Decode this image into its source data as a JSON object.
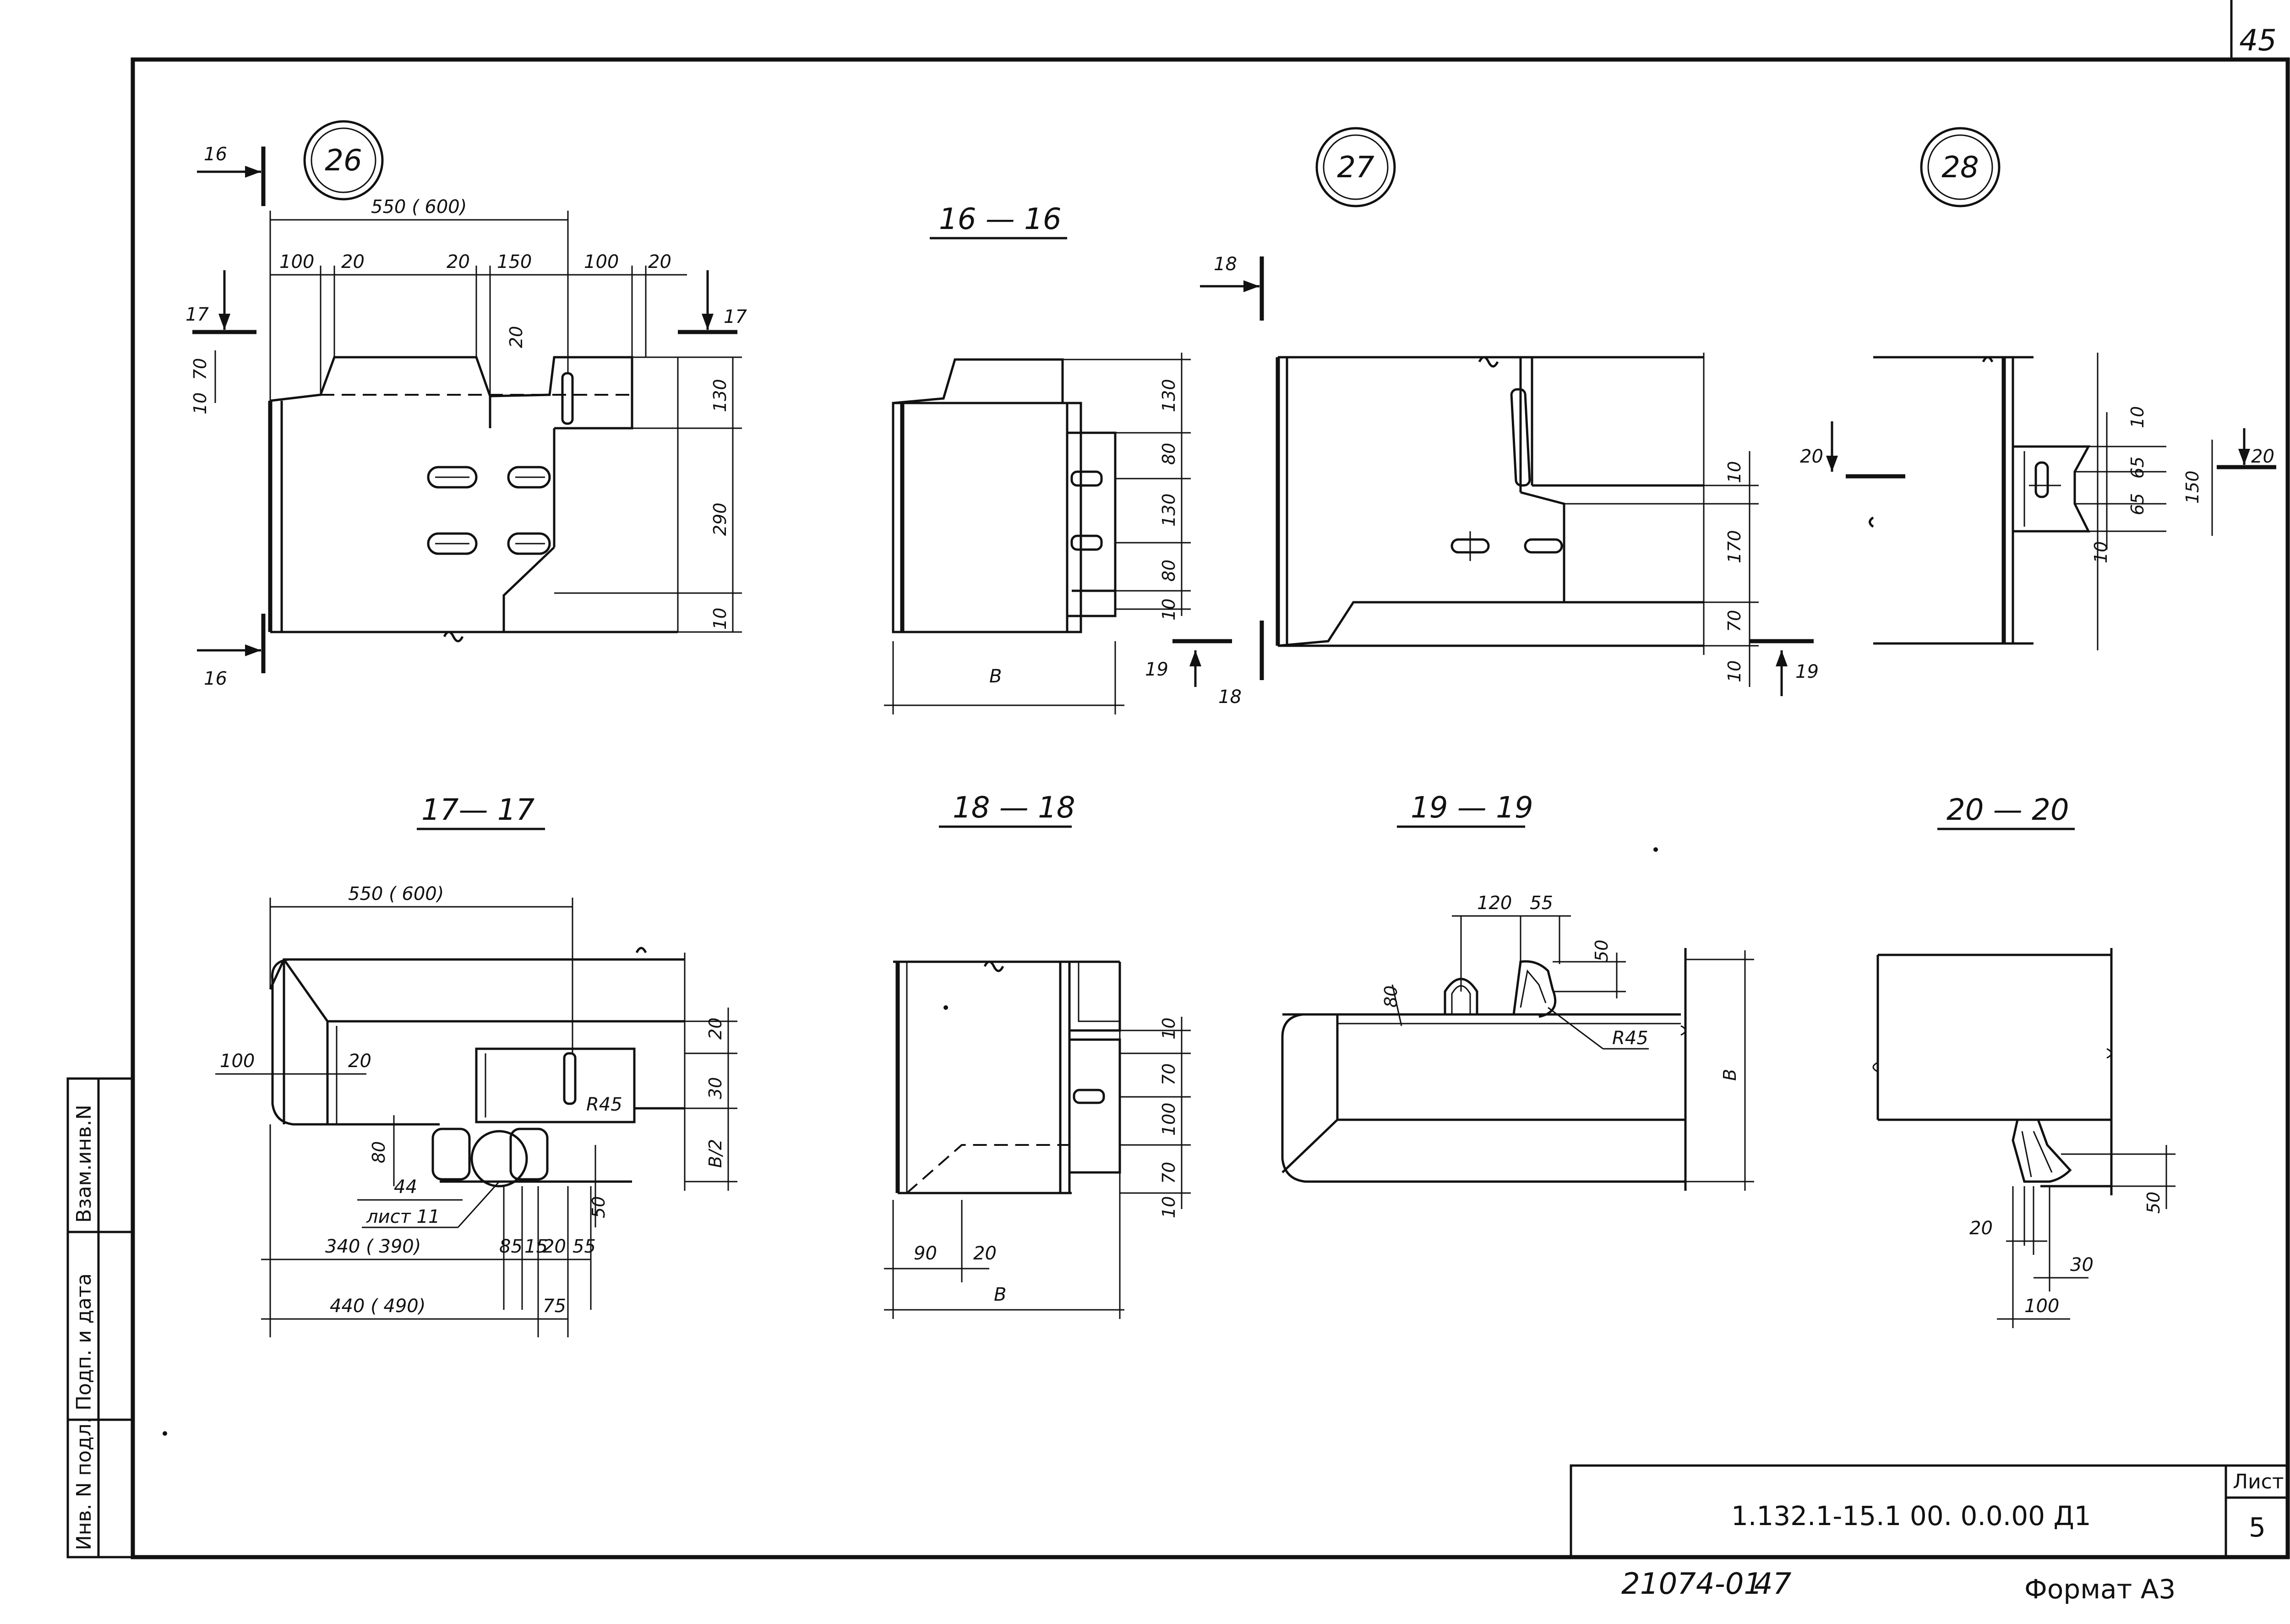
{
  "page_number": "45",
  "callouts": {
    "c26": "26",
    "c27": "27",
    "c28": "28"
  },
  "sections": {
    "s16": {
      "title": "16 — 16",
      "mark": "16"
    },
    "s17": {
      "title": "17— 17",
      "mark": "17"
    },
    "s18": {
      "title": "18 — 18",
      "mark": "18"
    },
    "s19": {
      "title": "19 — 19",
      "mark": "19"
    },
    "s20": {
      "title": "20 — 20",
      "mark": "20"
    }
  },
  "dims": {
    "v26": {
      "overall": "550 ( 600)",
      "d100a": "100",
      "d20a": "20",
      "d20b": "20",
      "d150": "150",
      "d100b": "100",
      "d20c": "20",
      "d20v": "20",
      "left_10": "10",
      "left_70": "70",
      "r130": "130",
      "r290": "290",
      "r10": "10"
    },
    "v1616": {
      "r130": "130",
      "r80a": "80",
      "r130b": "130",
      "r80b": "80",
      "r10": "10",
      "width": "B"
    },
    "v27": {
      "r10a": "10",
      "r170": "170",
      "r70": "70",
      "r10b": "10"
    },
    "v28": {
      "r10a": "10",
      "r65a": "65",
      "r65b": "65",
      "r10b": "10",
      "r150": "150"
    },
    "v1717": {
      "overall": "550 ( 600)",
      "d100": "100",
      "d20": "20",
      "r20": "20",
      "r30": "30",
      "rB2": "B/2",
      "d80": "80",
      "d44": "44",
      "sheet_ref": "лист 11",
      "r45": "R45",
      "d50": "50",
      "d340": "340 ( 390)",
      "d85": "85",
      "d15": "15",
      "d20b": "20",
      "d55": "55",
      "d440": "440 ( 490)",
      "d75": "75"
    },
    "v1818": {
      "r10a": "10",
      "r70a": "70",
      "r100": "100",
      "r70b": "70",
      "r10b": "10",
      "d90": "90",
      "d20": "20",
      "width": "B"
    },
    "v1919": {
      "d120": "120",
      "d55": "55",
      "d50": "50",
      "d80": "80",
      "r45": "R45",
      "height": "B"
    },
    "v2020": {
      "d50": "50",
      "d20": "20",
      "d30": "30",
      "d100": "100"
    }
  },
  "side_stamp": {
    "row1": "Взам.инв.N",
    "row2": "Подп. и дата",
    "row3": "Инв. N подл."
  },
  "title_block": {
    "doc_code": "1.132.1-15.1   00. 0.0.00 Д1",
    "sheet_label": "Лист",
    "sheet_value": "5"
  },
  "footer": {
    "archive_no": "21074-01",
    "page": "47",
    "format_label": "Формат А3"
  }
}
